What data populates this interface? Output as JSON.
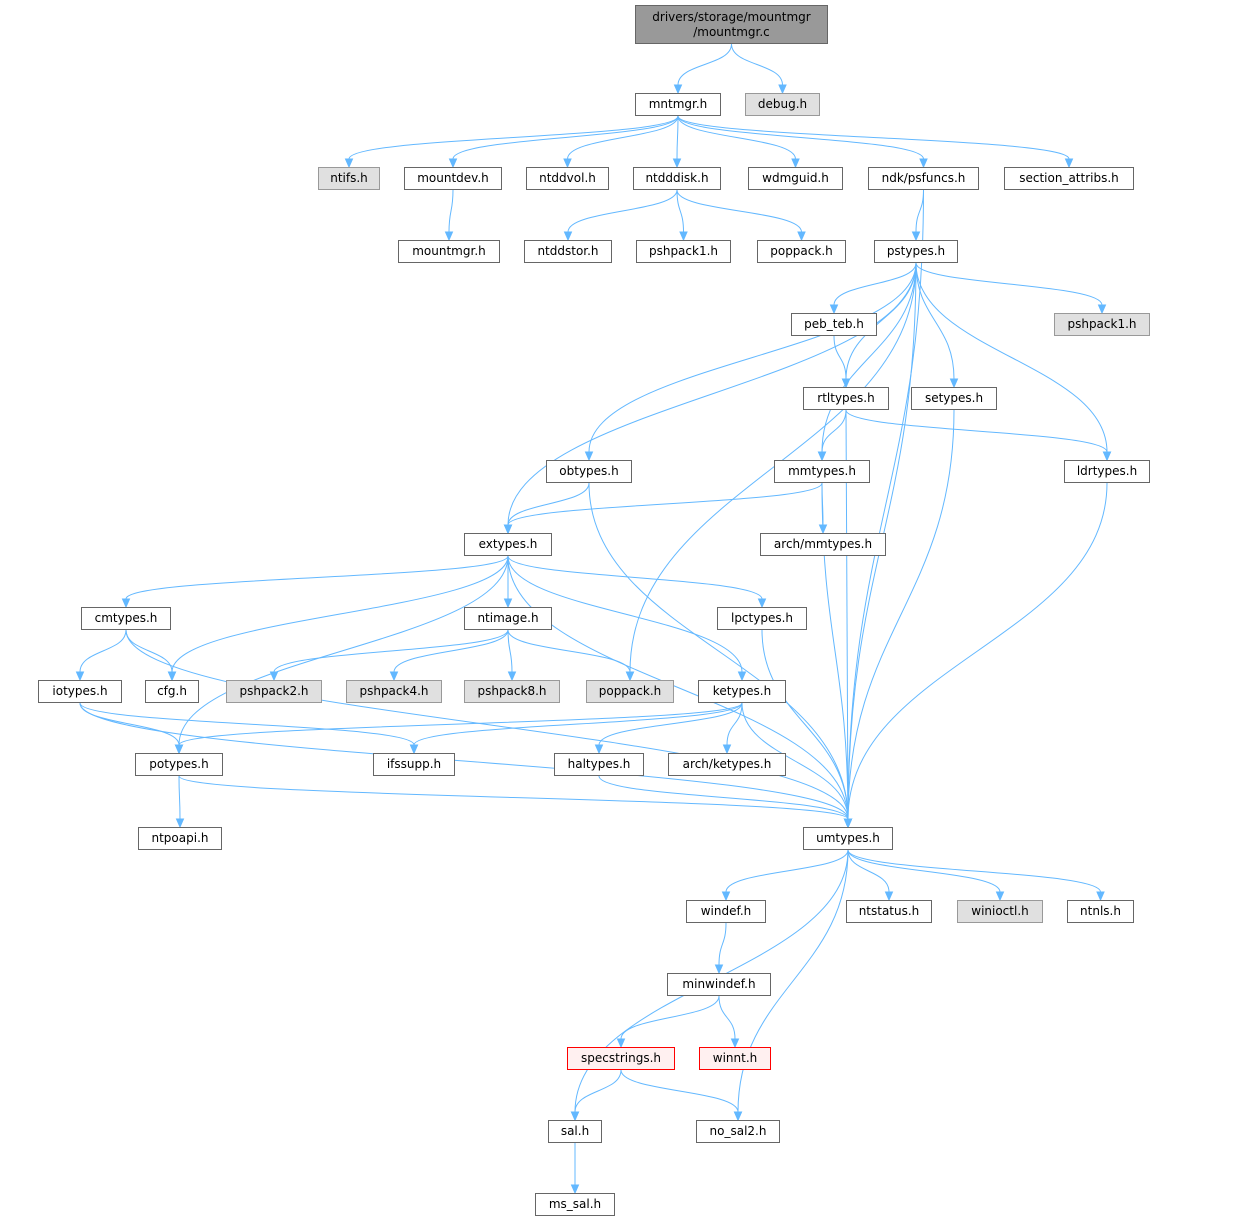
{
  "title": "drivers/storage/mountmgr/mountmgr.c include dependency graph",
  "colors": {
    "edge": "#63b8ff",
    "root_fill": "#999999",
    "missing_fill": "#e0e0e0",
    "truncated_border": "#ff0000"
  },
  "nodes": [
    {
      "id": "root",
      "label": "drivers/storage/mountmgr\n/mountmgr.c",
      "style": "root"
    },
    {
      "id": "mntmgr",
      "label": "mntmgr.h",
      "style": "normal"
    },
    {
      "id": "debug",
      "label": "debug.h",
      "style": "gray"
    },
    {
      "id": "ntifs",
      "label": "ntifs.h",
      "style": "gray"
    },
    {
      "id": "mountdev",
      "label": "mountdev.h",
      "style": "normal"
    },
    {
      "id": "ntddvol",
      "label": "ntddvol.h",
      "style": "normal"
    },
    {
      "id": "ntdddisk",
      "label": "ntdddisk.h",
      "style": "normal"
    },
    {
      "id": "wdmguid",
      "label": "wdmguid.h",
      "style": "normal"
    },
    {
      "id": "psfuncs",
      "label": "ndk/psfuncs.h",
      "style": "normal"
    },
    {
      "id": "section",
      "label": "section_attribs.h",
      "style": "normal"
    },
    {
      "id": "mountmgrh",
      "label": "mountmgr.h",
      "style": "normal"
    },
    {
      "id": "ntddstor",
      "label": "ntddstor.h",
      "style": "normal"
    },
    {
      "id": "pshpack1a",
      "label": "pshpack1.h",
      "style": "normal"
    },
    {
      "id": "poppacka",
      "label": "poppack.h",
      "style": "normal"
    },
    {
      "id": "pstypes",
      "label": "pstypes.h",
      "style": "normal"
    },
    {
      "id": "pebteb",
      "label": "peb_teb.h",
      "style": "normal"
    },
    {
      "id": "pshpack1b",
      "label": "pshpack1.h",
      "style": "gray"
    },
    {
      "id": "rtltypes",
      "label": "rtltypes.h",
      "style": "normal"
    },
    {
      "id": "setypes",
      "label": "setypes.h",
      "style": "normal"
    },
    {
      "id": "obtypes",
      "label": "obtypes.h",
      "style": "normal"
    },
    {
      "id": "mmtypes",
      "label": "mmtypes.h",
      "style": "normal"
    },
    {
      "id": "ldrtypes",
      "label": "ldrtypes.h",
      "style": "normal"
    },
    {
      "id": "extypes",
      "label": "extypes.h",
      "style": "normal"
    },
    {
      "id": "archmm",
      "label": "arch/mmtypes.h",
      "style": "normal"
    },
    {
      "id": "cmtypes",
      "label": "cmtypes.h",
      "style": "normal"
    },
    {
      "id": "ntimage",
      "label": "ntimage.h",
      "style": "normal"
    },
    {
      "id": "lpctypes",
      "label": "lpctypes.h",
      "style": "normal"
    },
    {
      "id": "iotypes",
      "label": "iotypes.h",
      "style": "normal"
    },
    {
      "id": "cfg",
      "label": "cfg.h",
      "style": "normal"
    },
    {
      "id": "pshpack2",
      "label": "pshpack2.h",
      "style": "gray"
    },
    {
      "id": "pshpack4",
      "label": "pshpack4.h",
      "style": "gray"
    },
    {
      "id": "pshpack8",
      "label": "pshpack8.h",
      "style": "gray"
    },
    {
      "id": "poppackb",
      "label": "poppack.h",
      "style": "gray"
    },
    {
      "id": "ketypes",
      "label": "ketypes.h",
      "style": "normal"
    },
    {
      "id": "potypes",
      "label": "potypes.h",
      "style": "normal"
    },
    {
      "id": "ifssupp",
      "label": "ifssupp.h",
      "style": "normal"
    },
    {
      "id": "haltypes",
      "label": "haltypes.h",
      "style": "normal"
    },
    {
      "id": "archke",
      "label": "arch/ketypes.h",
      "style": "normal"
    },
    {
      "id": "ntpoapi",
      "label": "ntpoapi.h",
      "style": "normal"
    },
    {
      "id": "umtypes",
      "label": "umtypes.h",
      "style": "normal"
    },
    {
      "id": "windef",
      "label": "windef.h",
      "style": "normal"
    },
    {
      "id": "ntstatus",
      "label": "ntstatus.h",
      "style": "normal"
    },
    {
      "id": "winioctl",
      "label": "winioctl.h",
      "style": "gray"
    },
    {
      "id": "ntnls",
      "label": "ntnls.h",
      "style": "normal"
    },
    {
      "id": "minwindef",
      "label": "minwindef.h",
      "style": "normal"
    },
    {
      "id": "specstrings",
      "label": "specstrings.h",
      "style": "red"
    },
    {
      "id": "winnt",
      "label": "winnt.h",
      "style": "red"
    },
    {
      "id": "sal",
      "label": "sal.h",
      "style": "normal"
    },
    {
      "id": "nosal2",
      "label": "no_sal2.h",
      "style": "normal"
    },
    {
      "id": "mssal",
      "label": "ms_sal.h",
      "style": "normal"
    }
  ],
  "edges": [
    [
      "root",
      "mntmgr"
    ],
    [
      "root",
      "debug"
    ],
    [
      "mntmgr",
      "ntifs"
    ],
    [
      "mntmgr",
      "mountdev"
    ],
    [
      "mntmgr",
      "ntddvol"
    ],
    [
      "mntmgr",
      "ntdddisk"
    ],
    [
      "mntmgr",
      "wdmguid"
    ],
    [
      "mntmgr",
      "psfuncs"
    ],
    [
      "mntmgr",
      "section"
    ],
    [
      "mountdev",
      "mountmgrh"
    ],
    [
      "ntdddisk",
      "ntddstor"
    ],
    [
      "ntdddisk",
      "pshpack1a"
    ],
    [
      "ntdddisk",
      "poppacka"
    ],
    [
      "psfuncs",
      "pstypes"
    ],
    [
      "psfuncs",
      "umtypes"
    ],
    [
      "pstypes",
      "pebteb"
    ],
    [
      "pstypes",
      "pshpack1b"
    ],
    [
      "pstypes",
      "rtltypes"
    ],
    [
      "pstypes",
      "setypes"
    ],
    [
      "pstypes",
      "ldrtypes"
    ],
    [
      "pstypes",
      "mmtypes"
    ],
    [
      "pstypes",
      "obtypes"
    ],
    [
      "pstypes",
      "extypes"
    ],
    [
      "pstypes",
      "poppackb"
    ],
    [
      "pstypes",
      "umtypes"
    ],
    [
      "pebteb",
      "rtltypes"
    ],
    [
      "rtltypes",
      "mmtypes"
    ],
    [
      "rtltypes",
      "ldrtypes"
    ],
    [
      "rtltypes",
      "umtypes"
    ],
    [
      "setypes",
      "umtypes"
    ],
    [
      "obtypes",
      "extypes"
    ],
    [
      "obtypes",
      "umtypes"
    ],
    [
      "mmtypes",
      "extypes"
    ],
    [
      "mmtypes",
      "archmm"
    ],
    [
      "mmtypes",
      "umtypes"
    ],
    [
      "ldrtypes",
      "umtypes"
    ],
    [
      "extypes",
      "cmtypes"
    ],
    [
      "extypes",
      "cfg"
    ],
    [
      "extypes",
      "ntimage"
    ],
    [
      "extypes",
      "lpctypes"
    ],
    [
      "extypes",
      "ketypes"
    ],
    [
      "extypes",
      "potypes"
    ],
    [
      "extypes",
      "umtypes"
    ],
    [
      "cmtypes",
      "iotypes"
    ],
    [
      "cmtypes",
      "cfg"
    ],
    [
      "cmtypes",
      "umtypes"
    ],
    [
      "ntimage",
      "pshpack2"
    ],
    [
      "ntimage",
      "pshpack4"
    ],
    [
      "ntimage",
      "pshpack8"
    ],
    [
      "ntimage",
      "poppackb"
    ],
    [
      "lpctypes",
      "umtypes"
    ],
    [
      "iotypes",
      "potypes"
    ],
    [
      "iotypes",
      "ifssupp"
    ],
    [
      "iotypes",
      "umtypes"
    ],
    [
      "ketypes",
      "potypes"
    ],
    [
      "ketypes",
      "ifssupp"
    ],
    [
      "ketypes",
      "haltypes"
    ],
    [
      "ketypes",
      "archke"
    ],
    [
      "ketypes",
      "umtypes"
    ],
    [
      "potypes",
      "ntpoapi"
    ],
    [
      "potypes",
      "umtypes"
    ],
    [
      "haltypes",
      "umtypes"
    ],
    [
      "umtypes",
      "windef"
    ],
    [
      "umtypes",
      "ntstatus"
    ],
    [
      "umtypes",
      "winioctl"
    ],
    [
      "umtypes",
      "ntnls"
    ],
    [
      "umtypes",
      "sal"
    ],
    [
      "umtypes",
      "nosal2"
    ],
    [
      "windef",
      "minwindef"
    ],
    [
      "minwindef",
      "specstrings"
    ],
    [
      "minwindef",
      "winnt"
    ],
    [
      "specstrings",
      "sal"
    ],
    [
      "specstrings",
      "nosal2"
    ],
    [
      "sal",
      "mssal"
    ]
  ]
}
